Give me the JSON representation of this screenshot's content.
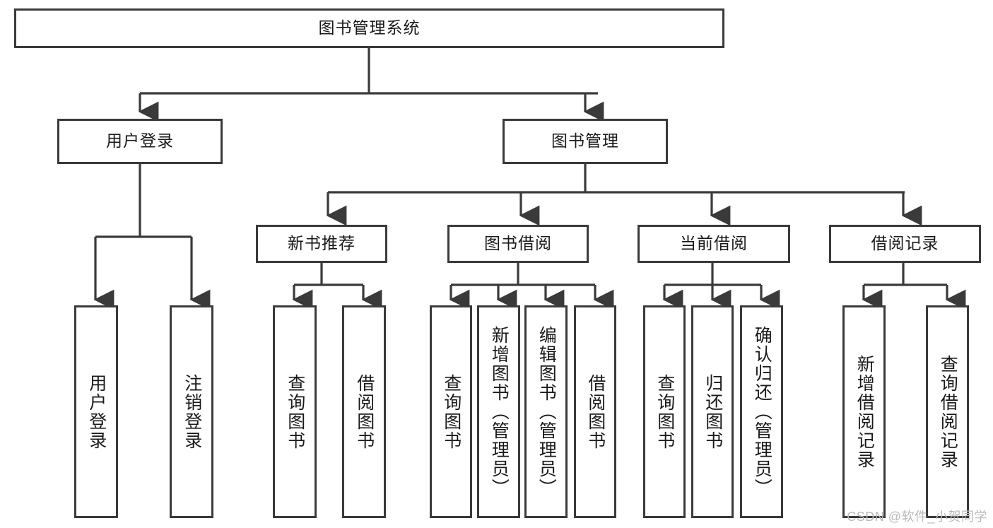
{
  "diagram": {
    "title_text": "图书管理系统",
    "watermark": "CSDN @软件_小贺同学",
    "colors": {
      "box_border": "#3a3a3a",
      "line": "#3a3a3a",
      "background": "#ffffff",
      "text": "#1a1a1a",
      "watermark": "#b9b9b9"
    },
    "root": {
      "label": "图书管理系统"
    },
    "level2": [
      {
        "label": "用户登录"
      },
      {
        "label": "图书管理"
      }
    ],
    "level3": [
      {
        "label": "新书推荐"
      },
      {
        "label": "图书借阅"
      },
      {
        "label": "当前借阅"
      },
      {
        "label": "借阅记录"
      }
    ],
    "leaves_user_login": [
      {
        "label": "用户登录"
      },
      {
        "label": "注销登录"
      }
    ],
    "leaves_new_book": [
      {
        "label": "查询图书"
      },
      {
        "label": "借阅图书"
      }
    ],
    "leaves_borrow": [
      {
        "label": "查询图书"
      },
      {
        "label": "新增图书（管理员）"
      },
      {
        "label": "编辑图书（管理员）"
      },
      {
        "label": "借阅图书"
      }
    ],
    "leaves_current": [
      {
        "label": "查询图书"
      },
      {
        "label": "归还图书"
      },
      {
        "label": "确认归还（管理员）"
      }
    ],
    "leaves_records": [
      {
        "label": "新增借阅记录"
      },
      {
        "label": "查询借阅记录"
      }
    ]
  }
}
